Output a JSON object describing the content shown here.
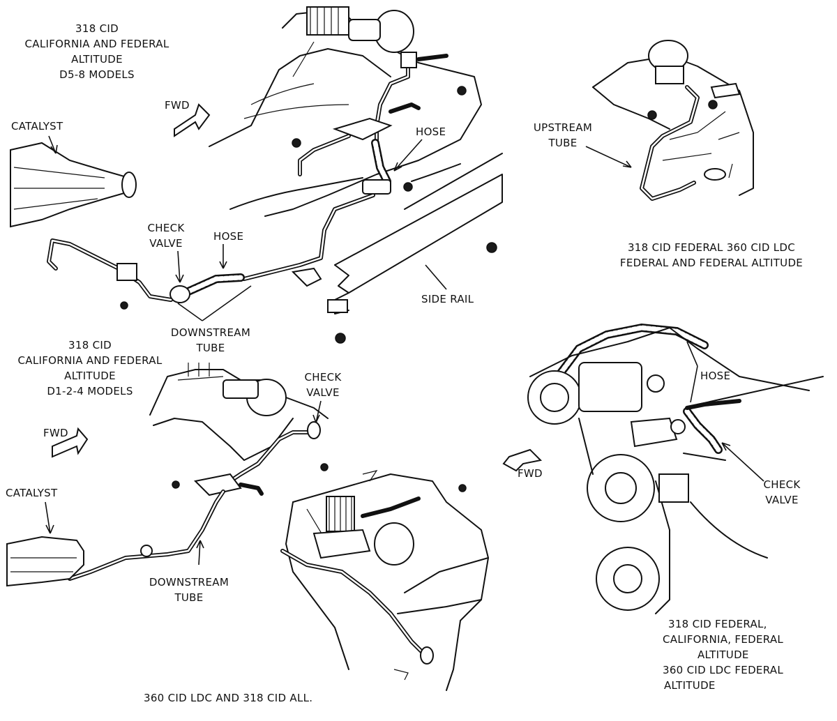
{
  "top_left_view": {
    "caption": [
      "318 CID",
      "CALIFORNIA AND FEDERAL",
      "ALTITUDE",
      "D5-8 MODELS"
    ],
    "fwd": "FWD",
    "catalyst": "CATALYST",
    "hose_upper": "HOSE",
    "check_valve": [
      "CHECK",
      "VALVE"
    ],
    "hose_lower": "HOSE",
    "downstream_tube": [
      "DOWNSTREAM",
      "TUBE"
    ],
    "side_rail": "SIDE RAIL"
  },
  "top_right_view": {
    "upstream_tube": [
      "UPSTREAM",
      "TUBE"
    ],
    "caption": [
      "318 CID FEDERAL   360 CID LDC",
      "FEDERAL AND FEDERAL ALTITUDE"
    ]
  },
  "middle_left_view": {
    "caption": [
      "318 CID",
      "CALIFORNIA AND FEDERAL",
      "ALTITUDE",
      "D1-2-4 MODELS"
    ],
    "fwd": "FWD",
    "catalyst": "CATALYST",
    "check_valve": [
      "CHECK",
      "VALVE"
    ],
    "downstream_tube": [
      "DOWNSTREAM",
      "TUBE"
    ]
  },
  "bottom_center_view": {
    "caption": "360 CID LDC AND 318 CID ALL."
  },
  "bottom_right_view": {
    "hose": "HOSE",
    "fwd": "FWD",
    "check_valve": [
      "CHECK",
      "VALVE"
    ],
    "caption": [
      "318 CID FEDERAL,",
      "CALIFORNIA, FEDERAL",
      "ALTITUDE",
      "360 CID LDC FEDERAL",
      "ALTITUDE"
    ]
  }
}
